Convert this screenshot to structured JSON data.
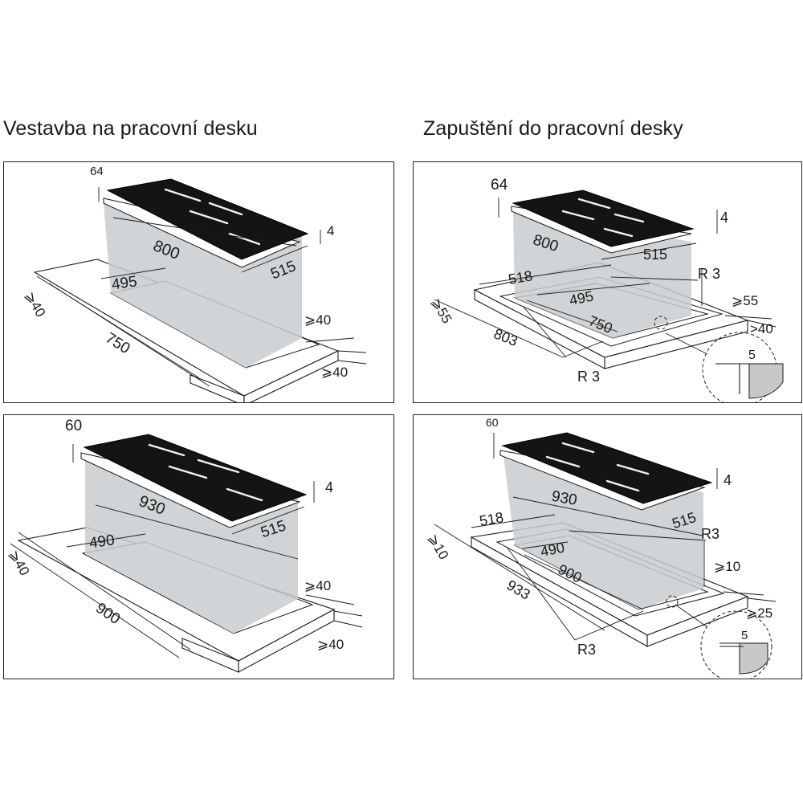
{
  "headings": {
    "left": "Vestavba na pracovní desku",
    "right": "Zapuštění do pracovní desky"
  },
  "panels": {
    "top_left": {
      "hob_height": "64",
      "hob_length": "800",
      "hob_depth": "515",
      "glass": "4",
      "cutout_depth": "495",
      "cutout_length": "750",
      "front_margin": "⩾40",
      "side_margin": "⩾40",
      "rear_margin": "⩾40"
    },
    "top_right": {
      "hob_height": "64",
      "hob_length": "800",
      "hob_depth": "515",
      "glass": "4",
      "recess_depth": "518",
      "recess_length": "803",
      "cutout_depth": "495",
      "cutout_length": "750",
      "radius_top": "R 3",
      "radius_bottom": "R 3",
      "front_margin": "⩾55",
      "side_margin": "⩾55",
      "rear_margin": ">40",
      "recess_step": "5"
    },
    "bottom_left": {
      "hob_height": "60",
      "hob_length": "930",
      "hob_depth": "515",
      "glass": "4",
      "cutout_depth": "490",
      "cutout_length": "900",
      "front_margin": "⩾40",
      "side_margin": "⩾40",
      "rear_margin": "⩾40"
    },
    "bottom_right": {
      "hob_height": "60",
      "hob_length": "930",
      "hob_depth": "515",
      "glass": "4",
      "recess_depth": "518",
      "recess_length": "933",
      "cutout_depth": "490",
      "cutout_length": "900",
      "radius_top": "R3",
      "radius_bottom": "R3",
      "front_margin": "⩾10",
      "side_margin": "⩾10",
      "rear_margin": "⩾25",
      "recess_step": "5"
    }
  }
}
